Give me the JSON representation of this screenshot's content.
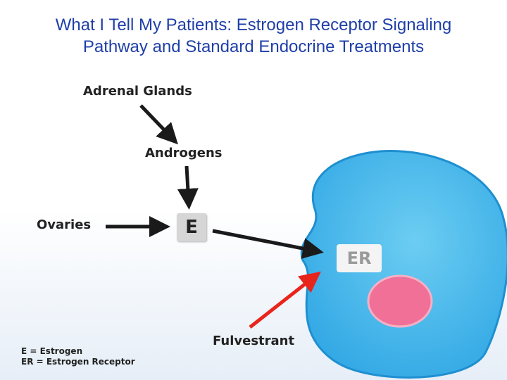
{
  "title": "What I Tell My Patients: Estrogen Receptor Signaling Pathway and Standard Endocrine Treatments",
  "diagram": {
    "adrenal_label": "Adrenal Glands",
    "androgens_label": "Androgens",
    "ovaries_label": "Ovaries",
    "estrogen_box": "E",
    "receptor_box": "ER",
    "fulvestrant_label": "Fulvestrant"
  },
  "legend": {
    "line1": "E = Estrogen",
    "line2": "ER = Estrogen Receptor"
  },
  "colors": {
    "cell": "#3fb0e8",
    "nucleus": "#f07097",
    "title": "#1f3fa8",
    "fulvestrant_arrow": "#e8251c"
  }
}
